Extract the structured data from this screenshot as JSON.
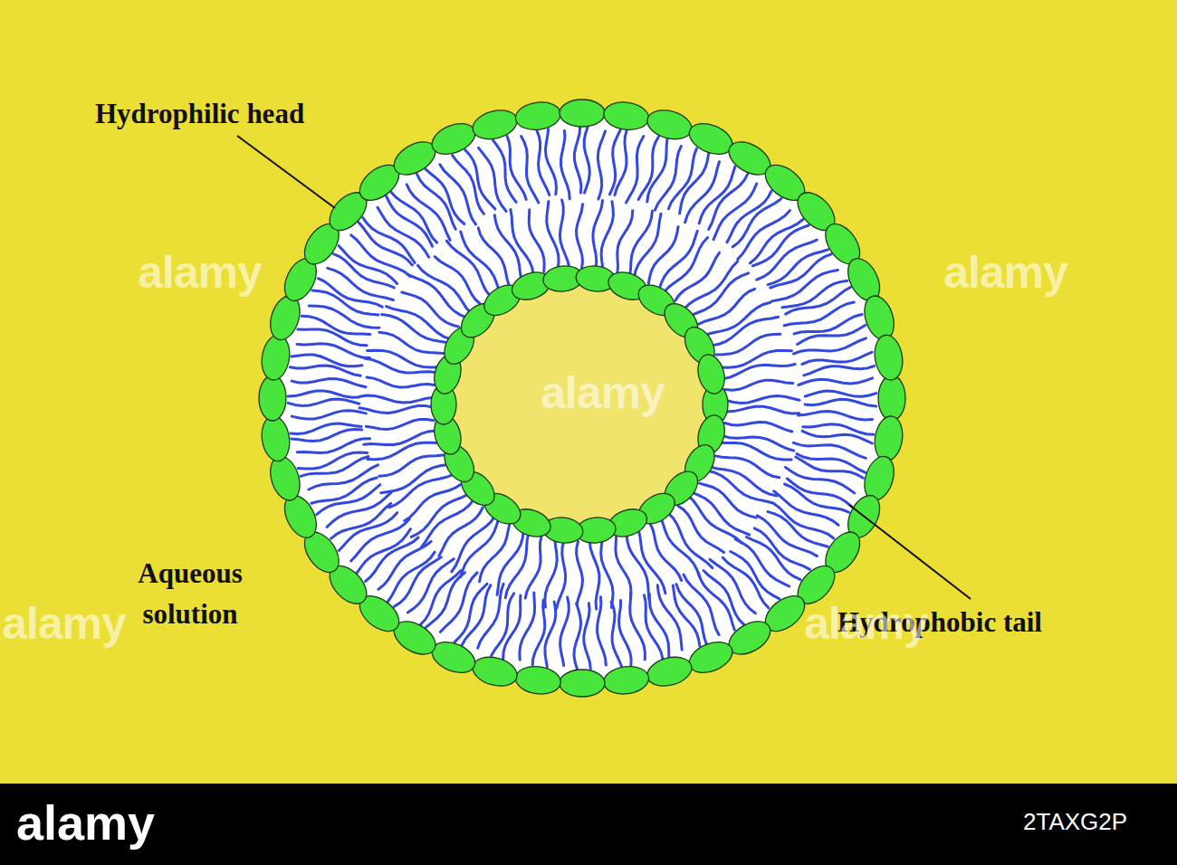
{
  "diagram": {
    "labels": [
      "Hydrophilic head",
      "Aqueous solution",
      "Hydrophobic tail",
      "alamy",
      "alamy",
      "alamy",
      "alamy",
      "alamy",
      "alamy",
      "2TAXG2P"
    ]
  }
}
